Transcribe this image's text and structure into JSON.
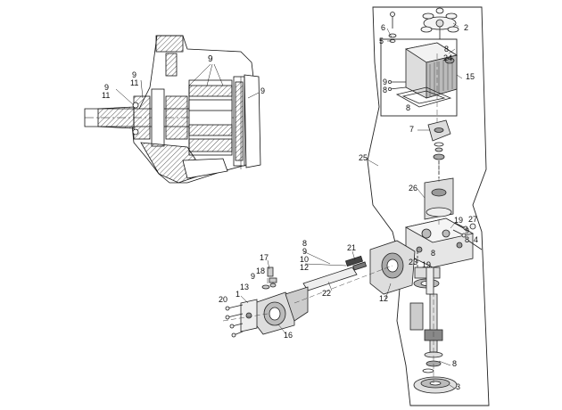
{
  "callouts": {
    "inset": {
      "c9_top": "9",
      "c9_left": "9",
      "c11_left": "11",
      "c9_mid": "9",
      "c11_mid": "11",
      "c9_right": "9"
    },
    "main": {
      "c6": "6",
      "c5": "5",
      "c2": "2",
      "c8_a": "8",
      "c24": "24",
      "c9_a": "9",
      "c8_b": "8",
      "c15": "15",
      "c8_c": "8",
      "c7": "7",
      "c25": "25",
      "c26": "26",
      "c19_a": "19",
      "c27": "27",
      "c9_b": "9",
      "c8_d": "8",
      "c4": "4",
      "c8_e": "8",
      "c9_c": "9",
      "c10": "10",
      "c12_a": "12",
      "c21": "21",
      "c23": "23",
      "c8_f": "8",
      "c19_b": "19",
      "c17": "17",
      "c18": "18",
      "c9_d": "9",
      "c13": "13",
      "c22": "22",
      "c12_b": "12",
      "c1": "1",
      "c20": "20",
      "c16": "16",
      "c8_g": "8",
      "c3": "3"
    }
  }
}
